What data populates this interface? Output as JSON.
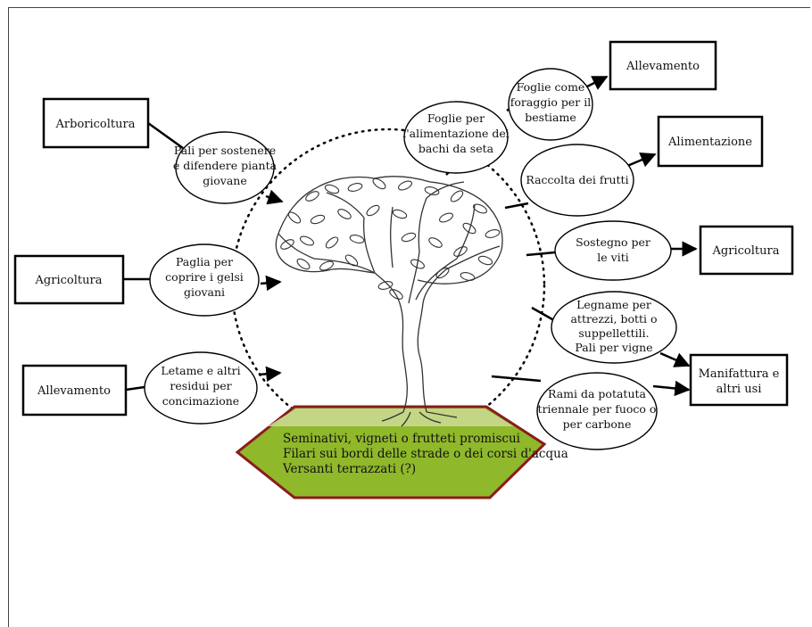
{
  "sources": [
    {
      "id": "arboricoltura",
      "label": "Arboricoltura"
    },
    {
      "id": "agricoltura_left",
      "label": "Agricoltura"
    },
    {
      "id": "allevamento_left",
      "label": "Allevamento"
    }
  ],
  "outputs": [
    {
      "id": "allevamento_right",
      "label": "Allevamento"
    },
    {
      "id": "alimentazione",
      "label": "Alimentazione"
    },
    {
      "id": "agricoltura_right",
      "label": "Agricoltura"
    },
    {
      "id": "manifattura",
      "label": "Manifattura e altri usi"
    }
  ],
  "inputs_to_tree": [
    {
      "id": "pali",
      "lines": [
        "Pali per sostenere",
        "e difendere pianta",
        "giovane"
      ]
    },
    {
      "id": "paglia",
      "lines": [
        "Paglia per",
        "coprire i gelsi",
        "giovani"
      ]
    },
    {
      "id": "letame",
      "lines": [
        "Letame e altri",
        "residui per",
        "concimazione"
      ]
    }
  ],
  "uses_from_tree": [
    {
      "id": "foglie_bachi",
      "lines": [
        "Foglie per",
        "l'alimentazione dei",
        "bachi da seta"
      ]
    },
    {
      "id": "foglie_foraggio",
      "lines": [
        "Foglie come",
        "foraggio per il",
        "bestiame"
      ]
    },
    {
      "id": "raccolta",
      "lines": [
        "Raccolta dei frutti"
      ]
    },
    {
      "id": "sostegno",
      "lines": [
        "Sostegno per",
        "le viti"
      ]
    },
    {
      "id": "legname",
      "lines": [
        "Legname per",
        "attrezzi, botti o",
        "suppellettili.",
        "Pali per vigne"
      ]
    },
    {
      "id": "rami",
      "lines": [
        "Rami da potatuta",
        "triennale per fuoco o",
        "per carbone"
      ]
    }
  ],
  "ground": {
    "lines": [
      "Seminativi, vigneti o frutteti promiscui",
      "Filari sui bordi delle strade o dei corsi d'acqua",
      "Versanti terrazzati (?)"
    ]
  },
  "colors": {
    "hexagon_fill": "#8fb82b",
    "hexagon_top_fill": "#c6d58a",
    "hexagon_stroke": "#8a1c1c",
    "line": "#000000"
  }
}
